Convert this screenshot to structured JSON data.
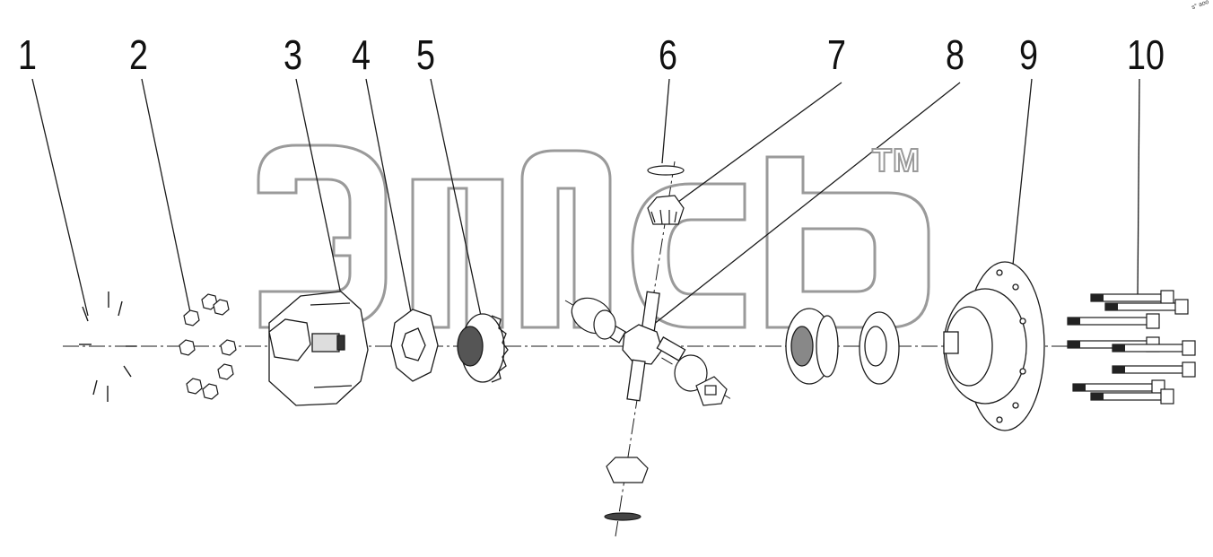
{
  "diagram": {
    "callouts": [
      "1",
      "2",
      "3",
      "4",
      "5",
      "6",
      "7",
      "8",
      "9",
      "10"
    ],
    "watermark_mark": "TM",
    "corner_note": "s° aoo",
    "colors": {
      "line": "#1a1a1a",
      "watermark": "#9a9a9a",
      "background": "#ffffff"
    }
  }
}
